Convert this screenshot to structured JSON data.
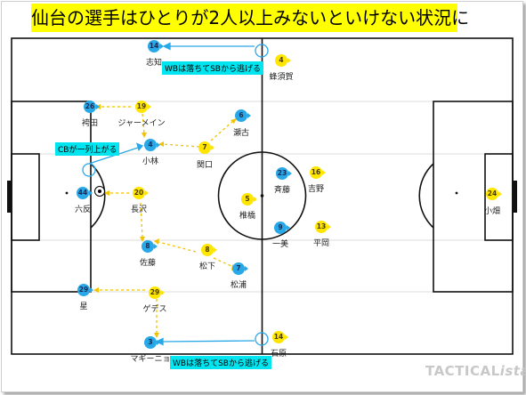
{
  "title": "仙台の選手はひとりが2人以上みないといけない状況に",
  "notes": {
    "top": "WBは落ちてSBから逃げる",
    "middle": "CBが一列上がる",
    "bottom": "WBは落ちてSBから逃げる"
  },
  "players": {
    "blue": [
      {
        "num": "14",
        "name": "志知"
      },
      {
        "num": "26",
        "name": "袴田"
      },
      {
        "num": "4",
        "name": "小林"
      },
      {
        "num": "44",
        "name": "六反"
      },
      {
        "num": "8",
        "name": "佐藤"
      },
      {
        "num": "29",
        "name": "星"
      },
      {
        "num": "3",
        "name": "マギーニョ"
      },
      {
        "num": "6",
        "name": "瀬古"
      },
      {
        "num": "23",
        "name": "斉藤"
      },
      {
        "num": "9",
        "name": "一美"
      },
      {
        "num": "7",
        "name": "松浦"
      }
    ],
    "yellow": [
      {
        "num": "4",
        "name": "蜂須賀"
      },
      {
        "num": "19",
        "name": "ジャーメイン"
      },
      {
        "num": "7",
        "name": "関口"
      },
      {
        "num": "20",
        "name": "長沢"
      },
      {
        "num": "5",
        "name": "椎橋"
      },
      {
        "num": "16",
        "name": "吉野"
      },
      {
        "num": "13",
        "name": "平岡"
      },
      {
        "num": "8",
        "name": "松下"
      },
      {
        "num": "29",
        "name": "ゲデス"
      },
      {
        "num": "14",
        "name": "石原"
      },
      {
        "num": "24",
        "name": "小畑"
      }
    ]
  },
  "brand": {
    "part1": "TACTICAL",
    "part2": "ista"
  },
  "colors": {
    "blue_team": "#29a8e8",
    "yellow_team": "#ffe600",
    "note_bg": "#00e5f0",
    "title_bg": "#ffff00"
  }
}
